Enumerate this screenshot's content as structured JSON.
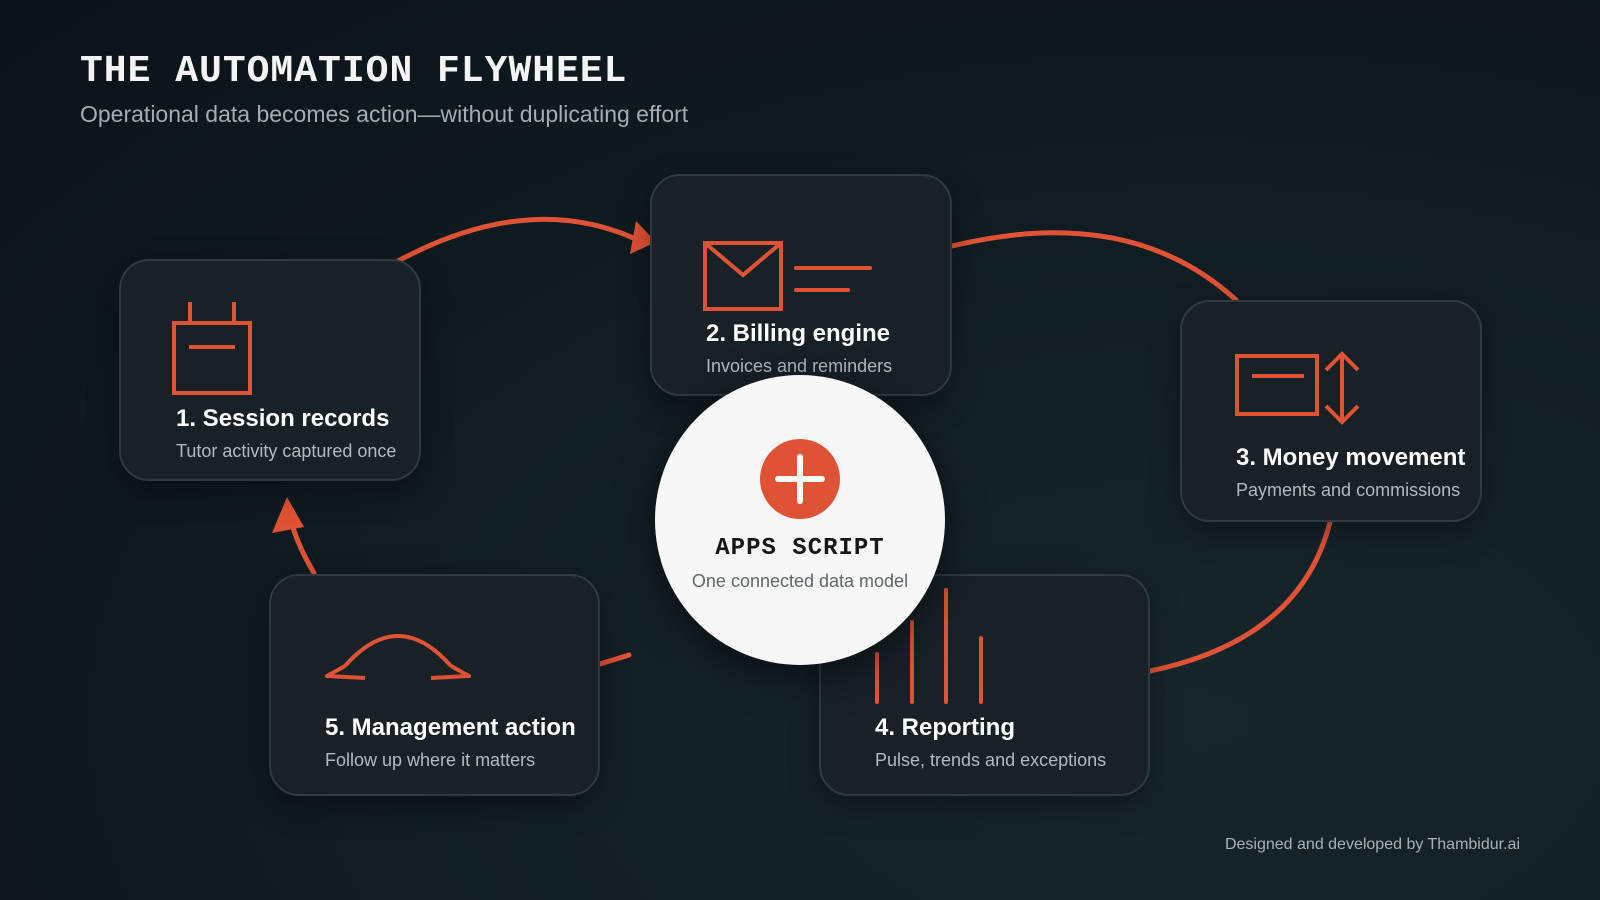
{
  "header": {
    "title": "THE AUTOMATION FLYWHEEL",
    "subtitle": "Operational data becomes action—without duplicating effort"
  },
  "hub": {
    "icon": "plus-icon",
    "title": "APPS SCRIPT",
    "subtitle": "One connected data model"
  },
  "steps": [
    {
      "title": "1. Session records",
      "description": "Tutor activity captured once",
      "icon": "calendar-icon"
    },
    {
      "title": "2. Billing engine",
      "description": "Invoices and reminders",
      "icon": "envelope-icon"
    },
    {
      "title": "3. Money movement",
      "description": "Payments and commissions",
      "icon": "card-transfer-icon"
    },
    {
      "title": "4. Reporting",
      "description": "Pulse, trends and exceptions",
      "icon": "bar-chart-icon"
    },
    {
      "title": "5. Management action",
      "description": "Follow up where it matters",
      "icon": "gauge-icon"
    }
  ],
  "footer": {
    "credit": "Designed and developed by Thambidur.ai"
  },
  "colors": {
    "accent": "#e05235",
    "background": "#0f1b20",
    "card": "#172126",
    "hub": "#f7f7f7"
  }
}
